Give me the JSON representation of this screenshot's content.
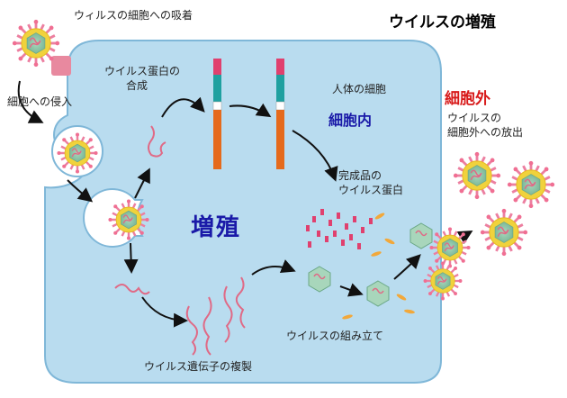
{
  "title": "ウイルスの増殖",
  "labels": {
    "adsorption": "ウィルスの細胞への吸着",
    "entry": "細胞への侵入",
    "protein_synthesis_line1": "ウイルス蛋白の",
    "protein_synthesis_line2": "合成",
    "human_cell": "人体の細胞",
    "inside_cell": "細胞内",
    "outside_cell": "細胞外",
    "release_line1": "ウイルスの",
    "release_line2": "細胞外への放出",
    "finished_line1": "完成品の",
    "finished_line2": "ウイルス蛋白",
    "proliferation": "増殖",
    "assembly": "ウイルスの組み立て",
    "genome_replication": "ウイルス遺伝子の複製"
  },
  "colors": {
    "cell_fill": "#b9dcef",
    "cell_border": "#7fb7d8",
    "virus_shell": "#f0d23c",
    "virus_core": "#8fc4a8",
    "virus_spike": "#ec7fa0",
    "rna": "#e06a86",
    "protein_orange": "#e56a1c",
    "protein_teal": "#1fa0a0",
    "protein_pink": "#e0406e",
    "title_blue": "#1a1aa8",
    "outside_red": "#d81b1b"
  }
}
